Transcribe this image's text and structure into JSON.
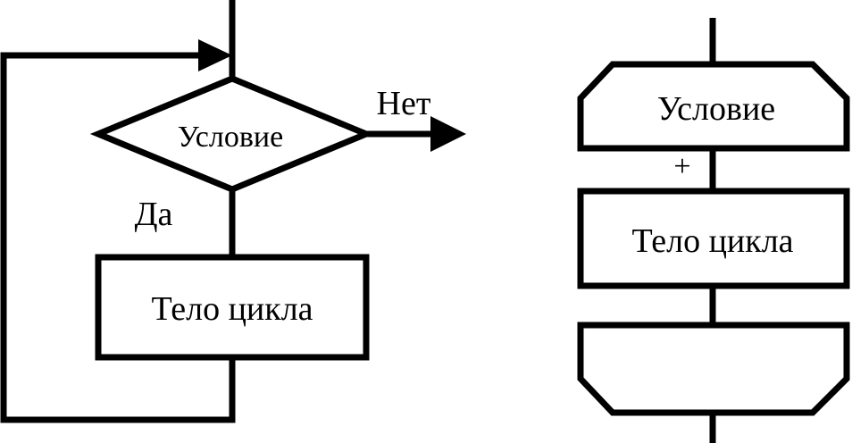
{
  "left_flowchart": {
    "condition_label": "Условие",
    "no_label": "Нет",
    "yes_label": "Да",
    "body_label": "Тело цикла"
  },
  "right_flowchart": {
    "condition_label": "Условие",
    "plus_label": "+",
    "body_label": "Тело цикла"
  }
}
